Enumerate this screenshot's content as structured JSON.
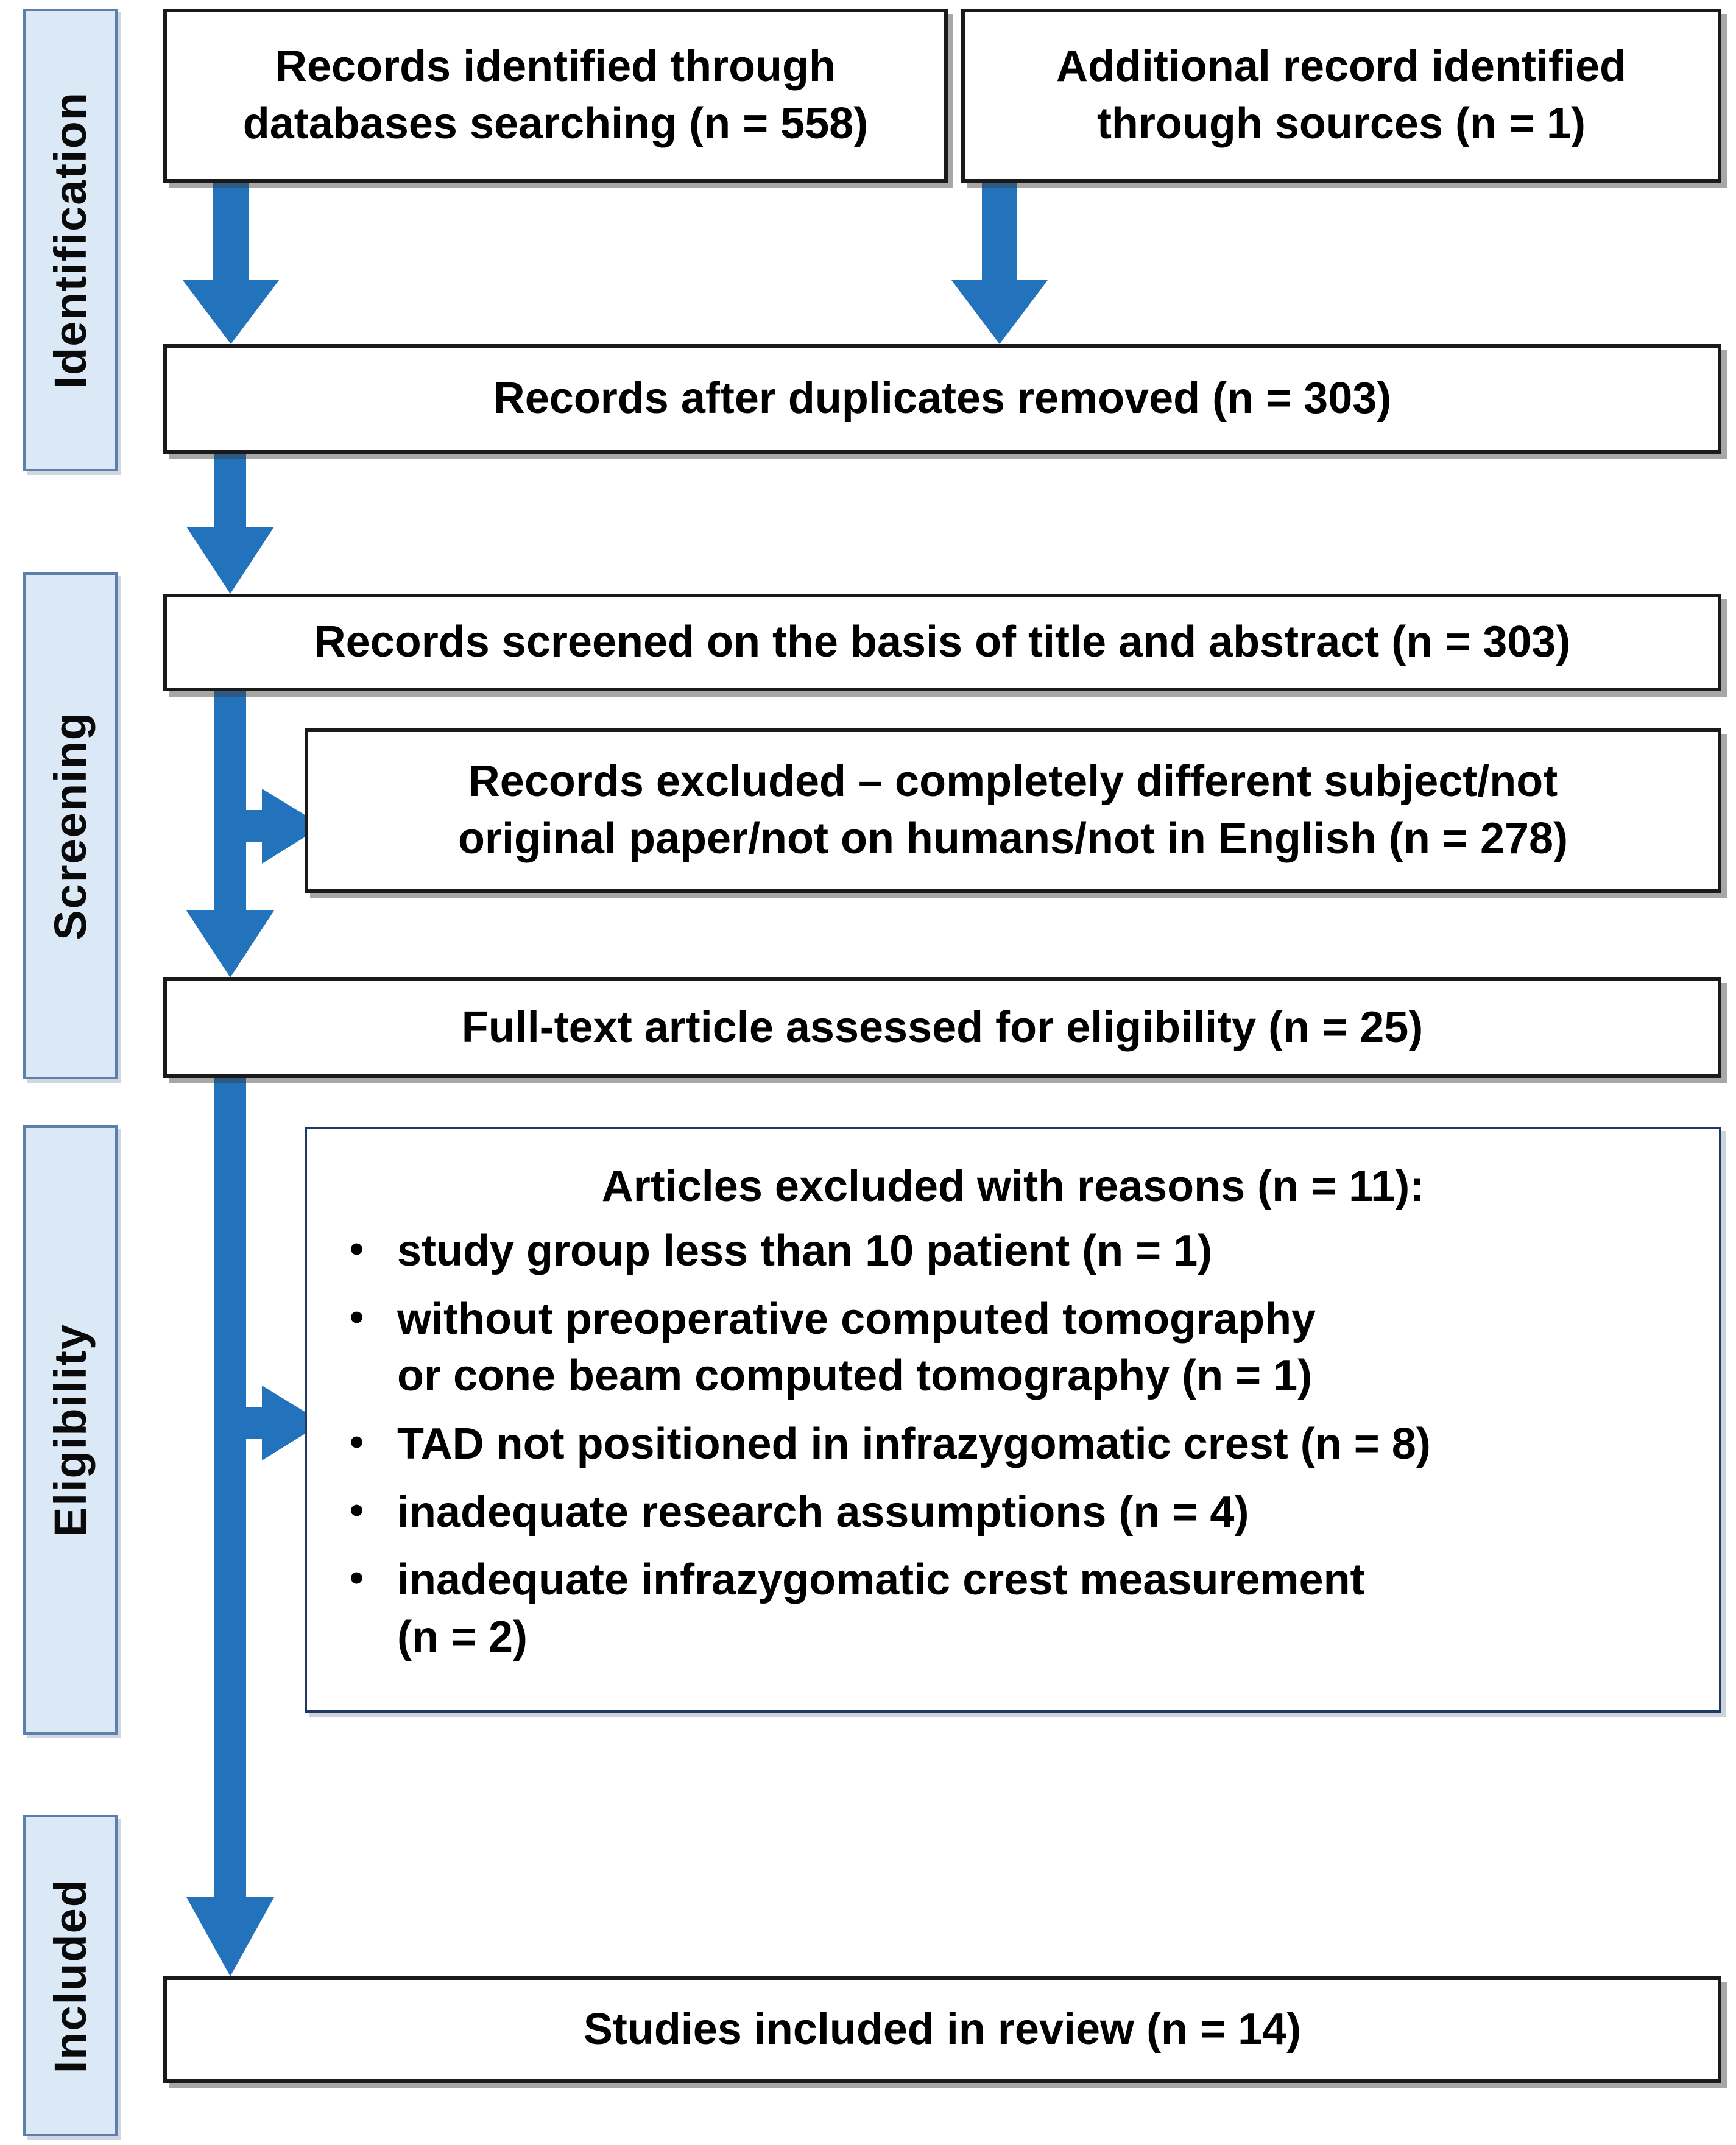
{
  "diagram": {
    "title": "PRISMA flow diagram",
    "type": "prisma-flowchart",
    "accent_color": "#2272BC",
    "stage_fill": "#DBE9F7",
    "stage_border": "#5C7FAB",
    "box_border": "#1A1A1A",
    "eligibility_box_border": "#1F3864"
  },
  "stages": [
    {
      "id": "identification",
      "label": "Identification"
    },
    {
      "id": "screening",
      "label": "Screening"
    },
    {
      "id": "eligibility",
      "label": "Eligibility"
    },
    {
      "id": "included",
      "label": "Included"
    }
  ],
  "boxes": {
    "databases": {
      "line1": "Records identified through",
      "line2": "databases searching (n = 558)",
      "n": 558
    },
    "additional": {
      "line1": "Additional record identified",
      "line2": "through sources (n = 1)",
      "n": 1
    },
    "duplicates_removed": {
      "line1": "Records after duplicates removed (n = 303)",
      "n": 303
    },
    "screened": {
      "line1": "Records screened on the basis of title and abstract (n = 303)",
      "n": 303
    },
    "records_excluded": {
      "line1": "Records excluded – completely different subject/not",
      "line2": "original paper/not on humans/not in English (n = 278)",
      "n": 278
    },
    "full_text": {
      "line1": "Full-text article assessed for eligibility (n = 25)",
      "n": 25
    },
    "articles_excluded": {
      "title": "Articles excluded with reasons (n = 11):",
      "n": 11,
      "bullet_char": "•",
      "reasons": [
        {
          "line1": "study group less than 10 patient (n = 1)",
          "line2": "",
          "n": 1
        },
        {
          "line1": "without preoperative computed tomography",
          "line2": "or cone beam computed tomography (n = 1)",
          "n": 1
        },
        {
          "line1": "TAD not positioned in infrazygomatic crest (n = 8)",
          "line2": "",
          "n": 8
        },
        {
          "line1": "inadequate research assumptions (n = 4)",
          "line2": "",
          "n": 4
        },
        {
          "line1": "inadequate infrazygomatic crest measurement",
          "line2": "(n = 2)",
          "n": 2
        }
      ]
    },
    "included_studies": {
      "line1": "Studies included in review (n = 14)",
      "n": 14
    }
  }
}
